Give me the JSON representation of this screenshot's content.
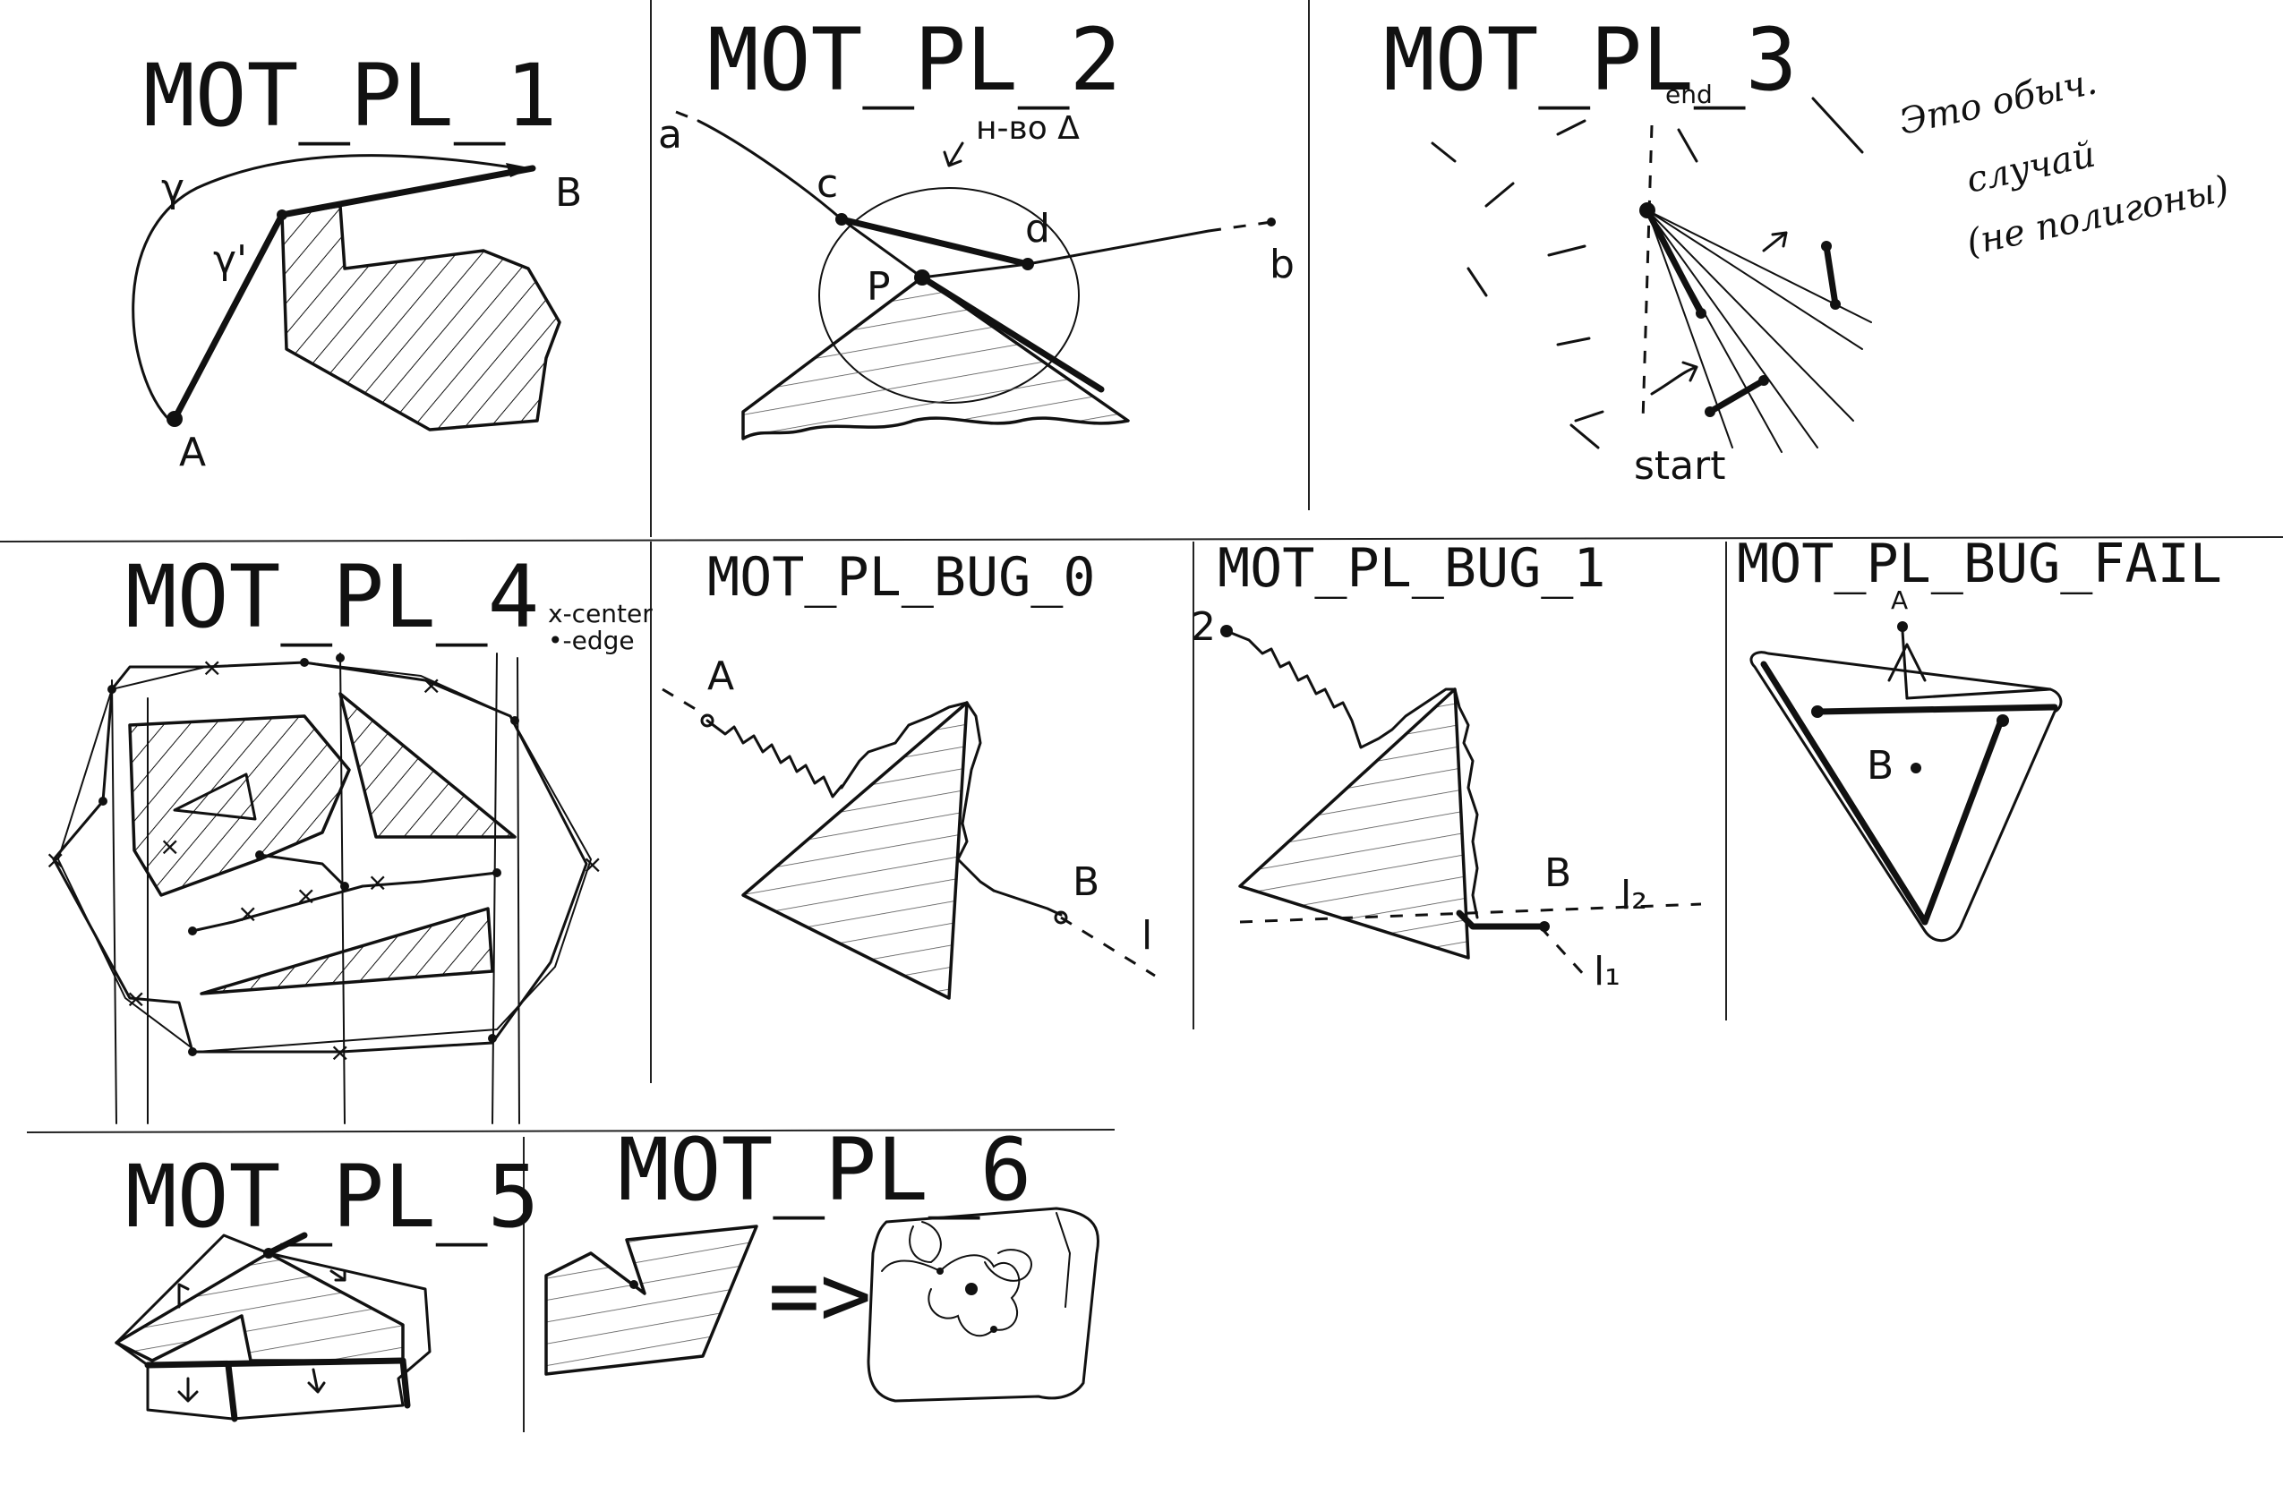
{
  "panels": {
    "p1": {
      "title": "MOT_PL_1",
      "label_b": "B",
      "label_a": "A",
      "label_gamma": "γ",
      "label_gamma_prime": "γ'"
    },
    "p2": {
      "title": "MOT_PL_2",
      "label_a": "a",
      "label_b": "b",
      "label_c": "c",
      "label_d": "d",
      "label_p": "P",
      "annotation": "н-во Δ"
    },
    "p3": {
      "title": "MOT_PL_3",
      "label_end": "end",
      "label_start": "start",
      "note_line1": "Это обыч.",
      "note_line2": "случай",
      "note_line3": "(не полигоны)"
    },
    "p4": {
      "title": "MOT_PL_4",
      "legend_center": "x-center",
      "legend_edge": "•-edge"
    },
    "bug0": {
      "title": "MOT_PL_BUG_0",
      "label_a": "A",
      "label_b": "B",
      "label_l": "l"
    },
    "bug1": {
      "title": "MOT_PL_BUG_1",
      "label_2": "2",
      "label_b": "B",
      "label_l2": "l₂",
      "label_l1": "l₁"
    },
    "bugfail": {
      "title": "MOT_PL_BUG_FAIL",
      "label_a": "A",
      "label_b": "B"
    },
    "p5": {
      "title": "MOT_PL_5"
    },
    "p6": {
      "title": "MOT_PL_6",
      "arrow": "=>"
    }
  }
}
